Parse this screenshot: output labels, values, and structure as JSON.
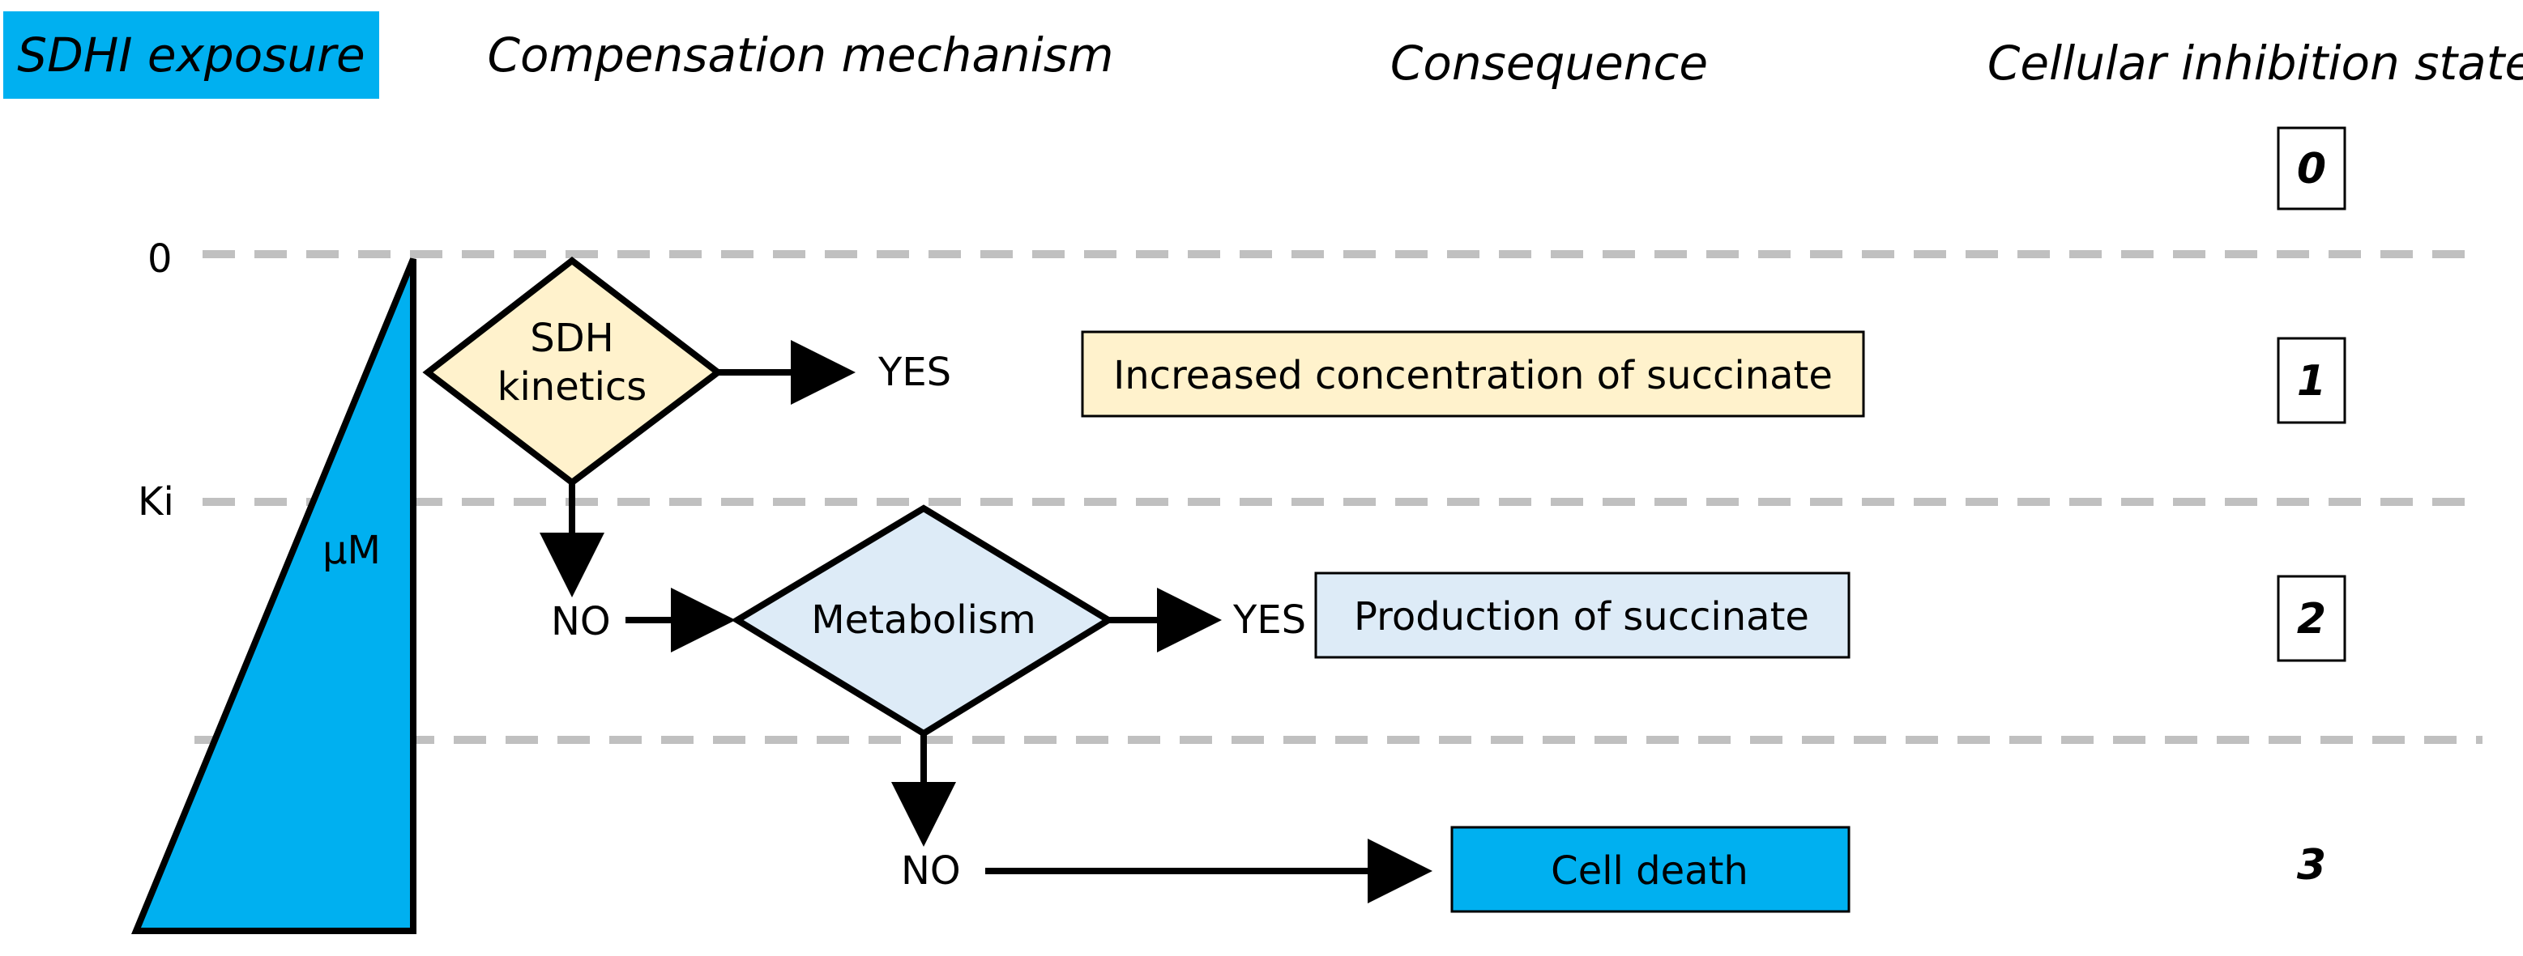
{
  "headers": {
    "exposure": "SDHI exposure",
    "mechanism": "Compensation mechanism",
    "consequence": "Consequence",
    "state": "Cellular inhibition state"
  },
  "axis": {
    "zero": "0",
    "ki": "Ki",
    "unit": "µM"
  },
  "diamonds": {
    "sdh_line1": "SDH",
    "sdh_line2": "kinetics",
    "metabolism": "Metabolism"
  },
  "answers": {
    "yes": "YES",
    "no": "NO"
  },
  "consequences": {
    "c1": "Increased concentration of succinate",
    "c2": "Production of succinate",
    "c3": "Cell death"
  },
  "states": [
    "0",
    "1",
    "2",
    "3"
  ],
  "colors": {
    "exposure_blue": "#00B0F0",
    "yellow_box": "#FFF2CC",
    "light_blue_box": "#DDEBF7",
    "dashed_line": "#C0C0C0"
  }
}
